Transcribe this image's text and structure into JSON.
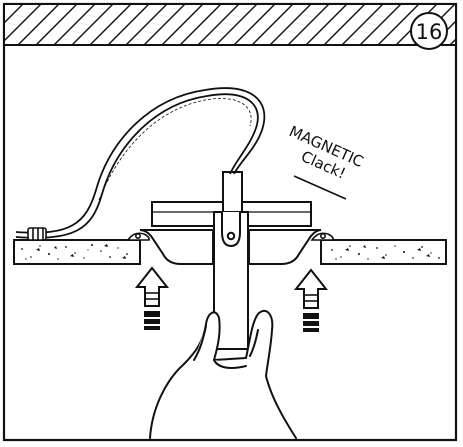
{
  "step_number": "16",
  "annotation": {
    "line1": "MAGNETIC",
    "line2": "Clack!"
  },
  "colors": {
    "line": "#111111",
    "background": "#ffffff"
  }
}
